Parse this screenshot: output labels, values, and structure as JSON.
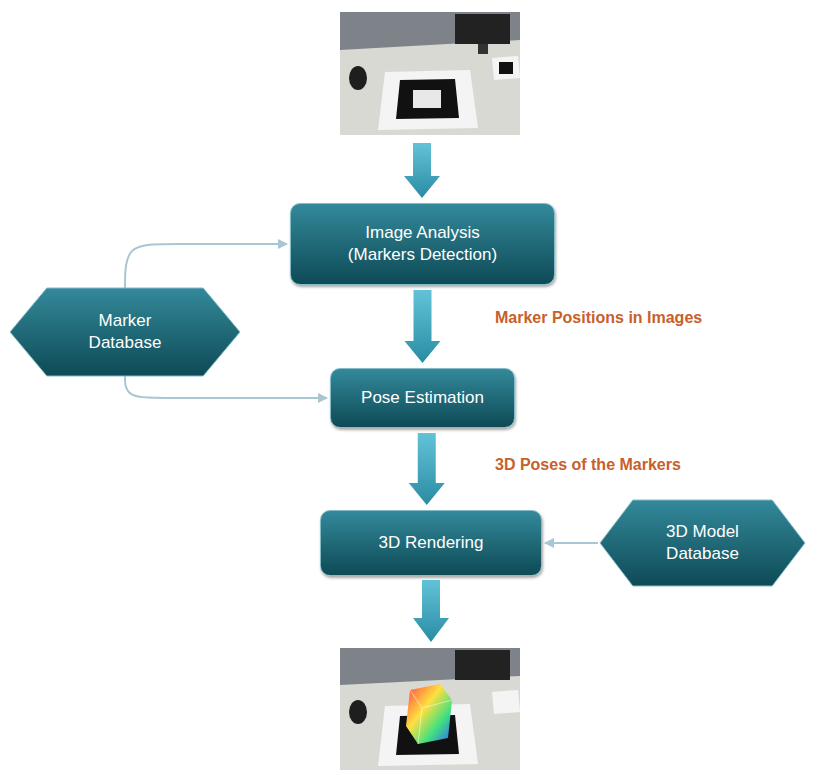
{
  "diagram": {
    "nodes": [
      {
        "text": [
          "Image Analysis (Markers Detection)"
        ]
      },
      {
        "text": [
          "Marker Database"
        ]
      },
      {
        "text": [
          "Pose Estimation"
        ]
      },
      {
        "text": [
          "3D Rendering"
        ]
      },
      {
        "text": [
          "3D Model Database"
        ]
      }
    ],
    "edges": [
      {
        "from": 1,
        "to": 0,
        "arrow": "to"
      },
      {
        "from": 1,
        "to": 2,
        "arrow": "to"
      },
      {
        "from": 0,
        "to": 2,
        "label": "Marker Positions in Images",
        "arrow": "to"
      },
      {
        "from": 2,
        "to": 3,
        "label": "3D Poses of the Markers",
        "arrow": "to"
      },
      {
        "from": 4,
        "to": 3,
        "arrow": "to"
      }
    ]
  }
}
